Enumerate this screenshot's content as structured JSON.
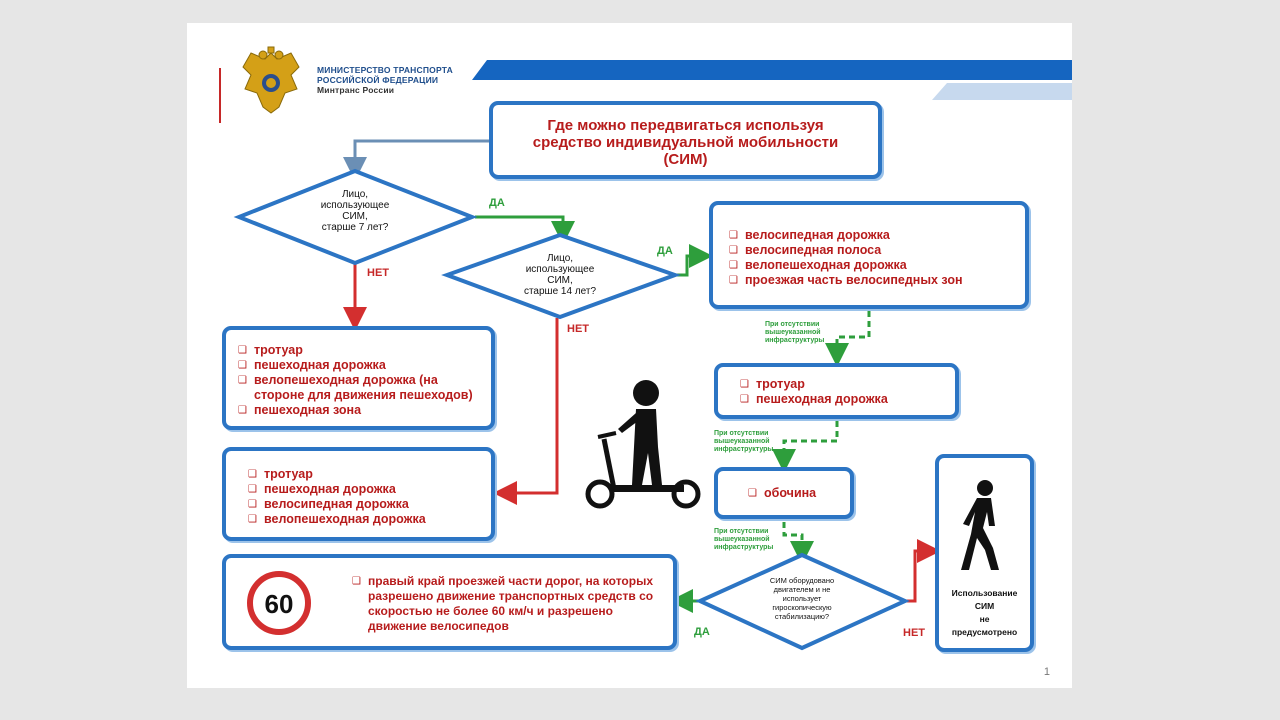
{
  "header": {
    "ministry_line1": "МИНИСТЕРСТВО ТРАНСПОРТА",
    "ministry_line2": "РОССИЙСКОЙ ФЕДЕРАЦИИ",
    "ministry_line3": "Минтранс России"
  },
  "title": {
    "line1": "Где можно передвигаться используя",
    "line2": "средство индивидуальной мобильности",
    "line3": "(СИМ)"
  },
  "decision1": {
    "line1": "Лицо,",
    "line2": "использующее",
    "line3": "СИМ,",
    "line4": "старше 7 лет?"
  },
  "decision2": {
    "line1": "Лицо,",
    "line2": "использующее",
    "line3": "СИМ,",
    "line4": "старше 14 лет?"
  },
  "decision3": {
    "line1": "СИМ оборудовано",
    "line2": "двигателем и не",
    "line3": "использует",
    "line4": "гироскопическую",
    "line5": "стабилизацию?"
  },
  "labels": {
    "yes": "ДА",
    "no": "НЕТ"
  },
  "box_under7": {
    "items": [
      "тротуар",
      "пешеходная дорожка",
      "велопешеходная дорожка (на стороне для движения пешеходов)",
      "пешеходная зона"
    ]
  },
  "box_7to14": {
    "items": [
      "тротуар",
      "пешеходная дорожка",
      "велосипедная дорожка",
      "велопешеходная дорожка"
    ]
  },
  "box_over14": {
    "items": [
      "велосипедная дорожка",
      "велосипедная полоса",
      "велопешеходная дорожка",
      "проезжая часть велосипедных зон"
    ]
  },
  "box_sidewalk": {
    "items": [
      "тротуар",
      "пешеходная дорожка"
    ]
  },
  "box_shoulder": {
    "items": [
      "обочина"
    ]
  },
  "box_road": {
    "text": "правый край проезжей части дорог, на которых разрешено движение транспортных средств со скоростью не более 60 км/ч и разрешено движение велосипедов"
  },
  "speed_sign": "60",
  "notes": {
    "n1_line1": "При отсутствии",
    "n1_line2": "вышеуказанной",
    "n1_line3": "инфраструктуры",
    "n2_line1": "При отсутствии",
    "n2_line2": "вышеуказанной",
    "n2_line3": "инфраструктуры",
    "n3_line1": "При отсутствии",
    "n3_line2": "вышеуказанной",
    "n3_line3": "инфраструктуры"
  },
  "not_allowed": {
    "line1": "Использование",
    "line2": "СИМ",
    "line3": "не",
    "line4": "предусмотрено"
  },
  "page_number": "1",
  "colors": {
    "frame_blue": "#2c75c4",
    "header_blue": "#1565c0",
    "text_red": "#b71c1c",
    "yes_green": "#2e9e3c",
    "no_red": "#d32f2f"
  }
}
